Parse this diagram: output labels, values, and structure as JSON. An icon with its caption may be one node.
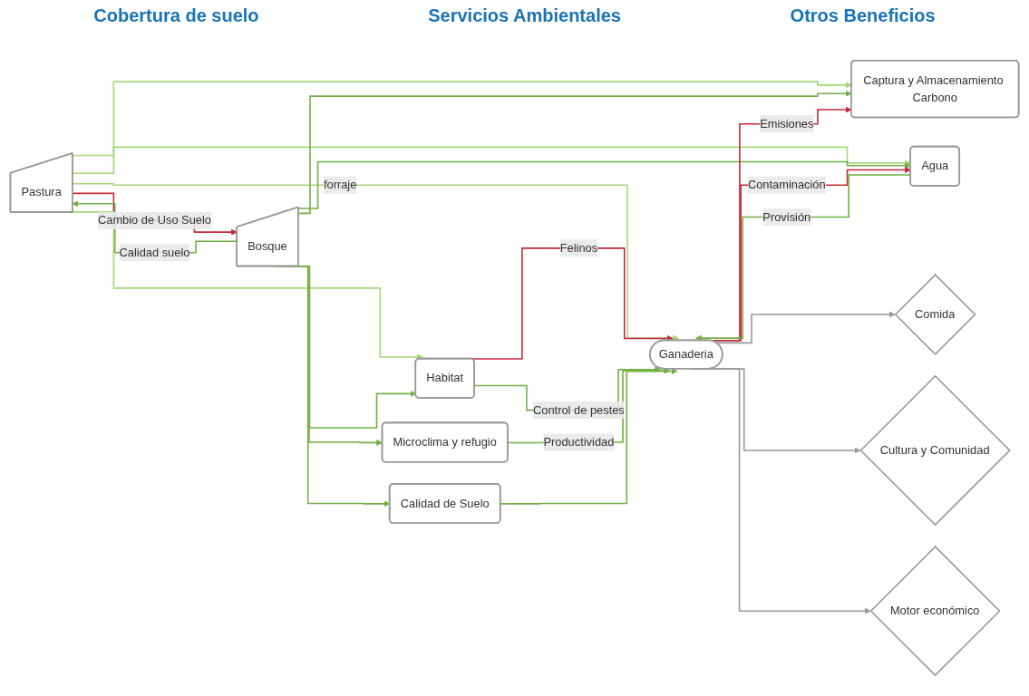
{
  "diagram": {
    "nodes": [
      {
        "text": [
          "Pastura"
        ]
      },
      {
        "text": [
          "Bosque"
        ]
      },
      {
        "text": [
          "Captura y Almacenamiento Carbono"
        ]
      },
      {
        "text": [
          "Habitat"
        ]
      },
      {
        "text": [
          "Agua"
        ]
      },
      {
        "text": [
          "Microclima y refugio"
        ]
      },
      {
        "text": [
          "Calidad de Suelo"
        ]
      },
      {
        "text": [
          "Ganaderia"
        ]
      },
      {
        "text": [
          "Comida"
        ]
      },
      {
        "text": [
          "Cultura y Comunidad"
        ]
      },
      {
        "text": [
          "Motor económico"
        ]
      }
    ],
    "edges": [
      {
        "from": 0,
        "to": 1,
        "arrow": "to",
        "label": "Cambio de Uso Suelo",
        "color": "#c8283a"
      },
      {
        "from": 1,
        "to": 0,
        "arrow": "to",
        "label": "Calidad suelo"
      },
      {
        "from": 0,
        "to": 2,
        "arrow": "to",
        "color": "#a3d977"
      },
      {
        "from": 0,
        "to": 7,
        "arrow": "to",
        "label": "forraje",
        "color": "#a3d977"
      },
      {
        "from": 0,
        "to": 3,
        "arrow": "to",
        "color": "#a3d977"
      },
      {
        "from": 0,
        "to": 4,
        "arrow": "to",
        "color": "#a3d977"
      },
      {
        "from": 1,
        "to": 2,
        "arrow": "to"
      },
      {
        "from": 1,
        "to": 3,
        "arrow": "to"
      },
      {
        "from": 1,
        "to": 4,
        "arrow": "to"
      },
      {
        "from": 1,
        "to": 5,
        "arrow": "to"
      },
      {
        "from": 1,
        "to": 6,
        "arrow": "to"
      },
      {
        "from": 7,
        "to": 2,
        "arrow": "to",
        "label": "Emisiones",
        "color": "#c8283a"
      },
      {
        "from": 3,
        "to": 7,
        "arrow": "to",
        "label": "Felinos",
        "color": "#c8283a"
      },
      {
        "from": 3,
        "to": 7,
        "arrow": "to",
        "label": "Control de pestes"
      },
      {
        "from": 7,
        "to": 4,
        "arrow": "to",
        "label": "Contaminación",
        "color": "#c8283a"
      },
      {
        "from": 4,
        "to": 7,
        "arrow": "to",
        "label": "Provisión"
      },
      {
        "from": 5,
        "to": 7,
        "arrow": "to",
        "label": "Productividad"
      },
      {
        "from": 6,
        "to": 7,
        "arrow": "to"
      },
      {
        "from": 7,
        "to": 8,
        "arrow": "to",
        "color": "#999999"
      },
      {
        "from": 7,
        "to": 9,
        "arrow": "to",
        "color": "#999999"
      },
      {
        "from": 7,
        "to": 10,
        "arrow": "to",
        "color": "#999999"
      }
    ],
    "labels": [
      "Cobertura de suelo",
      "Servicios Ambientales",
      "Otros Beneficios"
    ]
  }
}
